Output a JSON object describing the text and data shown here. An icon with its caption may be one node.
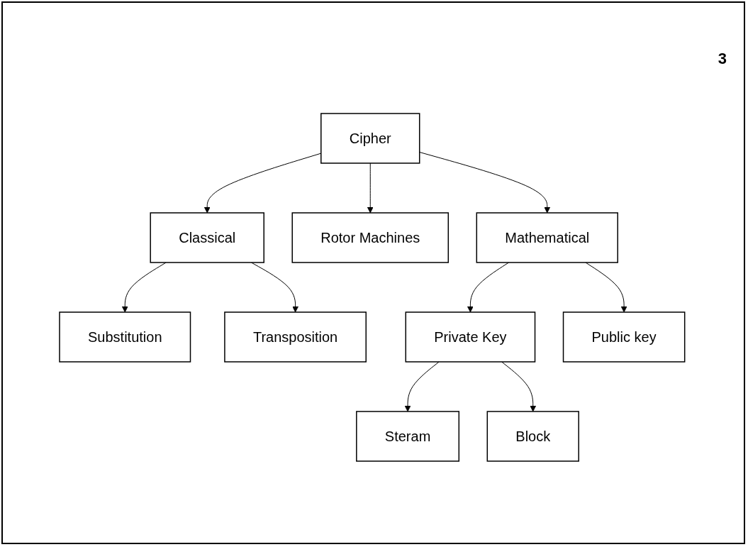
{
  "diagram": {
    "nodes": [
      {
        "text": [
          "Cipher"
        ]
      },
      {
        "text": [
          "Classical"
        ]
      },
      {
        "text": [
          "Rotor Machines"
        ]
      },
      {
        "text": [
          "Mathematical"
        ]
      },
      {
        "text": [
          "Substitution"
        ]
      },
      {
        "text": [
          "Transposition"
        ]
      },
      {
        "text": [
          "Private Key"
        ]
      },
      {
        "text": [
          "Public key"
        ]
      },
      {
        "text": [
          "Steram"
        ]
      },
      {
        "text": [
          "Block"
        ]
      }
    ],
    "edges": [
      {
        "from": 0,
        "to": 1,
        "arrow": "to"
      },
      {
        "from": 0,
        "to": 2,
        "arrow": "to"
      },
      {
        "from": 0,
        "to": 3,
        "arrow": "to"
      },
      {
        "from": 1,
        "to": 4,
        "arrow": "to"
      },
      {
        "from": 1,
        "to": 5,
        "arrow": "to"
      },
      {
        "from": 3,
        "to": 6,
        "arrow": "to"
      },
      {
        "from": 3,
        "to": 7,
        "arrow": "to"
      },
      {
        "from": 6,
        "to": 8,
        "arrow": "to"
      },
      {
        "from": 6,
        "to": 9,
        "arrow": "to"
      }
    ],
    "labels": [
      "3"
    ]
  }
}
